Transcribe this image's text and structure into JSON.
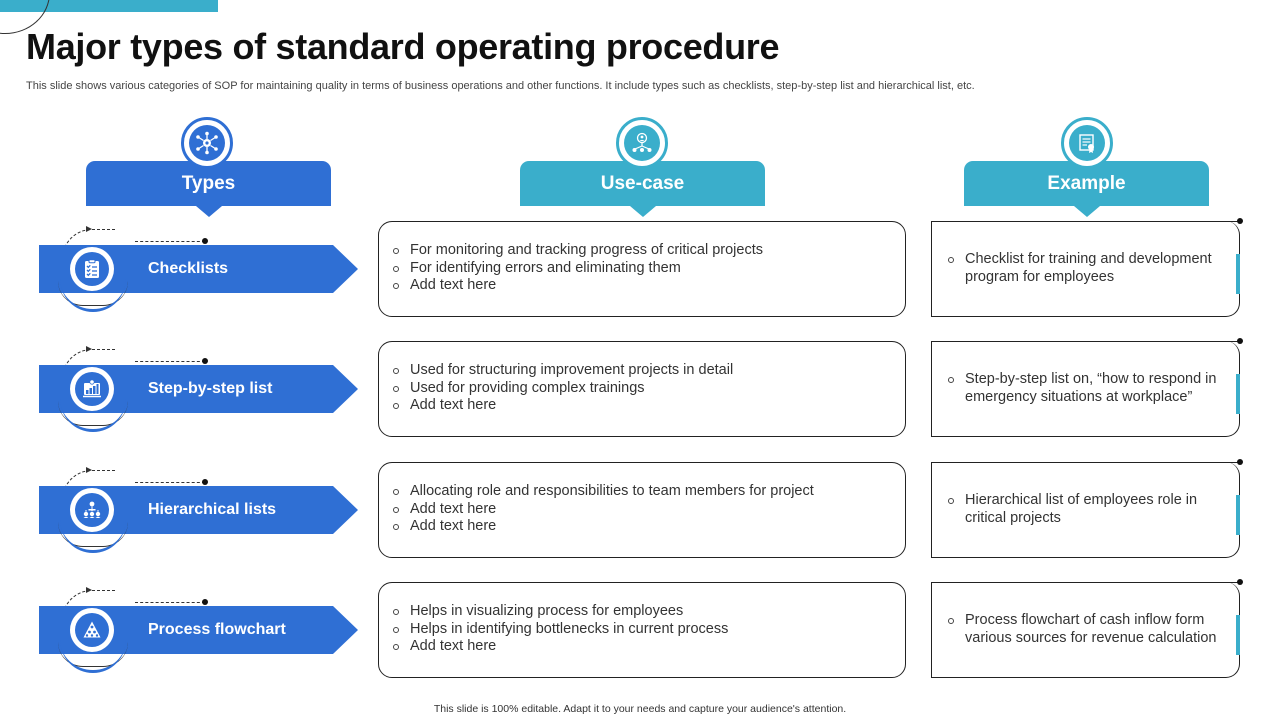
{
  "title": "Major types of standard operating procedure",
  "subtitle": "This slide shows various categories of SOP for maintaining quality in terms of business operations and other functions. It include types such as checklists, step-by-step list and hierarchical list, etc.",
  "headers": {
    "types": "Types",
    "use_case": "Use-case",
    "example": "Example"
  },
  "rows": [
    {
      "type": "Checklists",
      "icon": "checklist-icon",
      "use_cases": [
        "For monitoring and tracking progress of critical projects",
        "For identifying errors and eliminating them",
        "Add text here"
      ],
      "example": "Checklist for training and development program for employees"
    },
    {
      "type": "Step-by-step list",
      "icon": "steps-icon",
      "use_cases": [
        "Used for structuring improvement projects in detail",
        "Used for providing complex trainings",
        "Add text here"
      ],
      "example": "Step-by-step list on, “how to respond in emergency situations at workplace”"
    },
    {
      "type": "Hierarchical lists",
      "icon": "hierarchy-icon",
      "use_cases": [
        "Allocating role and responsibilities to team members for project",
        "Add text here",
        "Add text here"
      ],
      "example": "Hierarchical list of employees role in critical projects"
    },
    {
      "type": "Process flowchart",
      "icon": "pyramid-icon",
      "use_cases": [
        "Helps in visualizing process for employees",
        "Helps in identifying bottlenecks in current process",
        "Add text here"
      ],
      "example": "Process flowchart of cash inflow form various sources for revenue calculation"
    }
  ],
  "footer": "This slide is 100% editable. Adapt it to your needs and capture your audience's attention.",
  "colors": {
    "blue": "#2f6fd4",
    "teal": "#3aaecb"
  }
}
